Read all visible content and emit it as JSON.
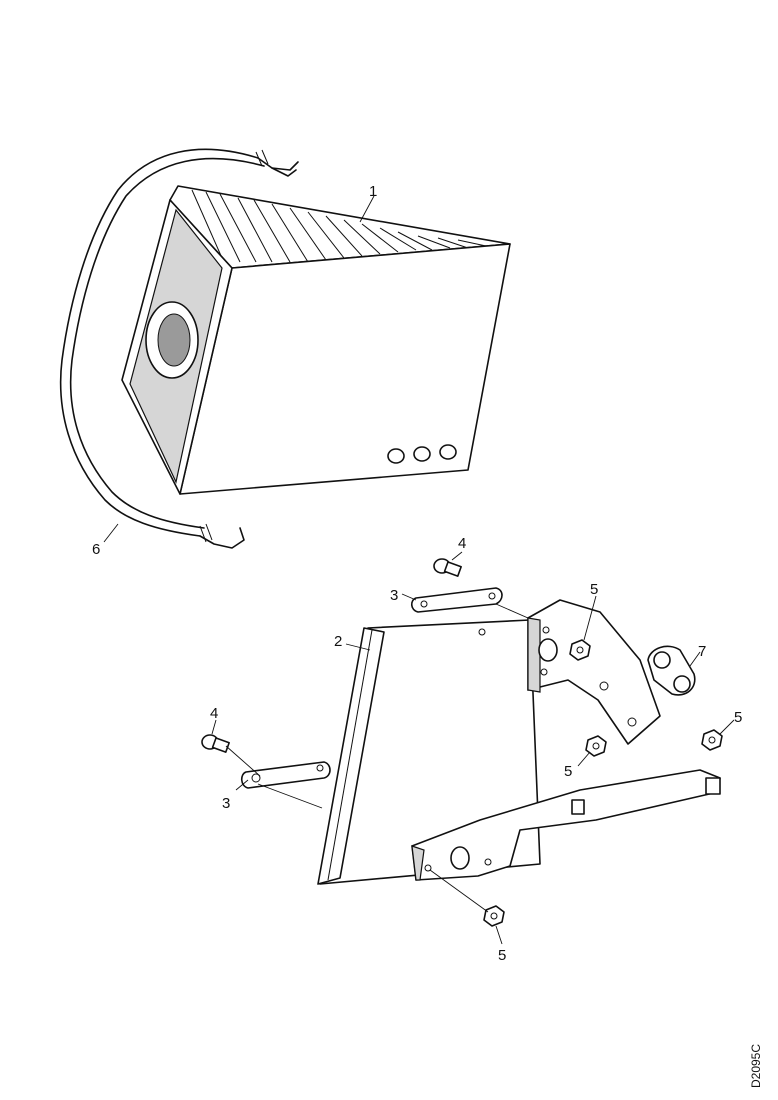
{
  "callouts": {
    "c1": "1",
    "c2": "2",
    "c3a": "3",
    "c3b": "3",
    "c4a": "4",
    "c4b": "4",
    "c5a": "5",
    "c5b": "5",
    "c5c": "5",
    "c5d": "5",
    "c6": "6",
    "c7": "7"
  },
  "drawing_id": "D2095C"
}
